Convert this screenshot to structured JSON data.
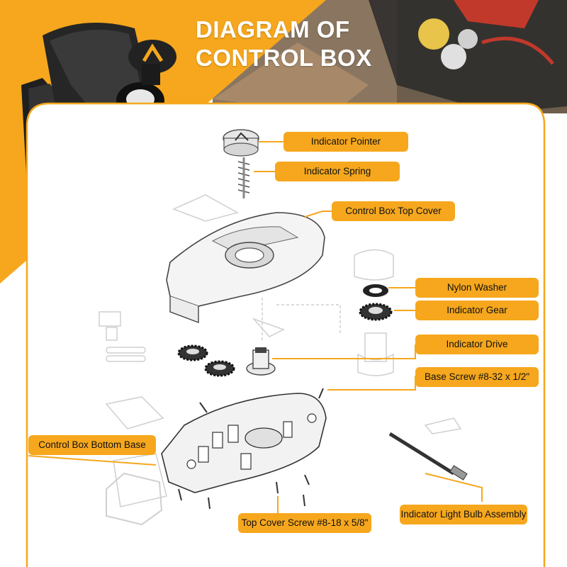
{
  "title": {
    "line1": "DIAGRAM OF",
    "line2": "CONTROL BOX"
  },
  "labels": {
    "indicator_pointer": "Indicator Pointer",
    "indicator_spring": "Indicator Spring",
    "top_cover": "Control Box Top Cover",
    "nylon_washer": "Nylon Washer",
    "indicator_gear": "Indicator Gear",
    "indicator_drive": "Indicator Drive",
    "base_screw": "Base Screw #8-32 x 1/2\"",
    "bottom_base": "Control Box Bottom Base",
    "top_cover_screw": "Top Cover Screw #8-18 x 5/8\"",
    "bulb_assembly": "Indicator Light Bulb Assembly"
  },
  "colors": {
    "accent": "#f6a71d",
    "panel_border": "#f6a71d",
    "text": "#111111",
    "title": "#ffffff"
  }
}
